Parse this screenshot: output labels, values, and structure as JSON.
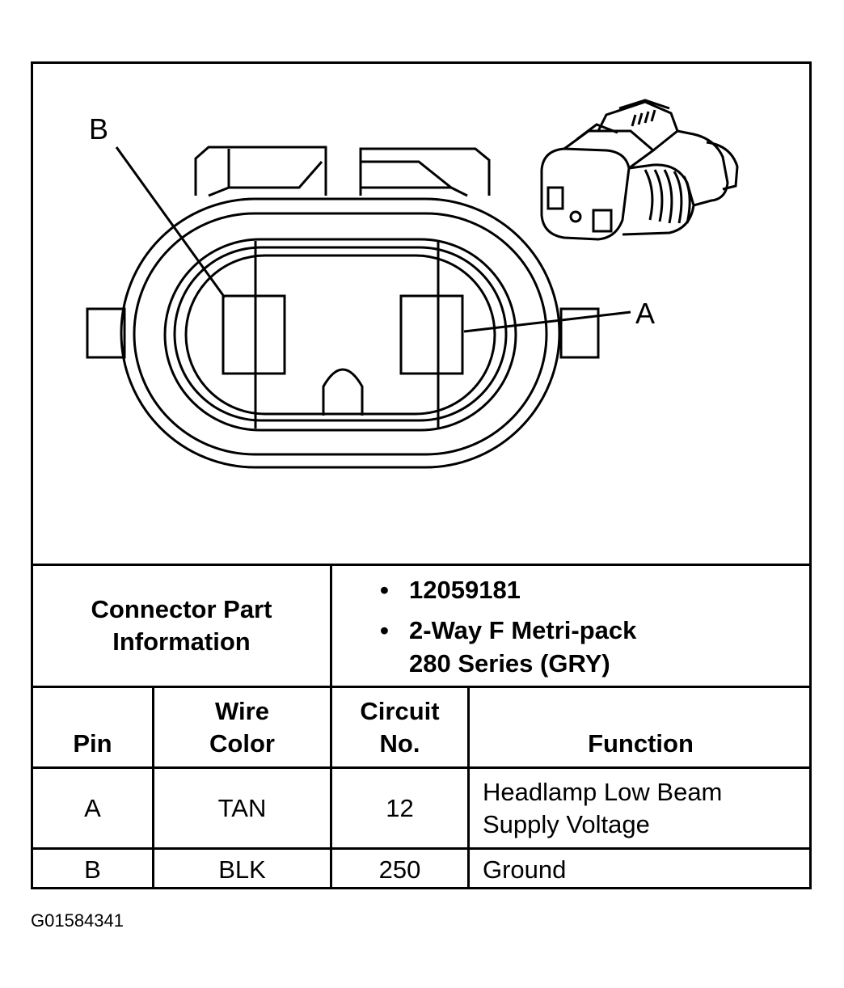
{
  "figure_id": "G01584341",
  "diagram": {
    "label_a": "A",
    "label_b": "B"
  },
  "connector_info": {
    "label": "Connector Part Information",
    "label_line1": "Connector Part",
    "label_line2": "Information",
    "bullets": [
      {
        "line1": "12059181",
        "line2": ""
      },
      {
        "line1": "2-Way F Metri-pack",
        "line2": "280 Series (GRY)"
      }
    ]
  },
  "table": {
    "headers": {
      "pin": "Pin",
      "wire_color_line1": "Wire",
      "wire_color_line2": "Color",
      "circuit_line1": "Circuit",
      "circuit_line2": "No.",
      "function": "Function"
    },
    "rows": [
      {
        "pin": "A",
        "wire_color": "TAN",
        "circuit": "12",
        "function_line1": "Headlamp Low Beam",
        "function_line2": "Supply Voltage"
      },
      {
        "pin": "B",
        "wire_color": "BLK",
        "circuit": "250",
        "function_line1": "Ground",
        "function_line2": ""
      }
    ]
  }
}
